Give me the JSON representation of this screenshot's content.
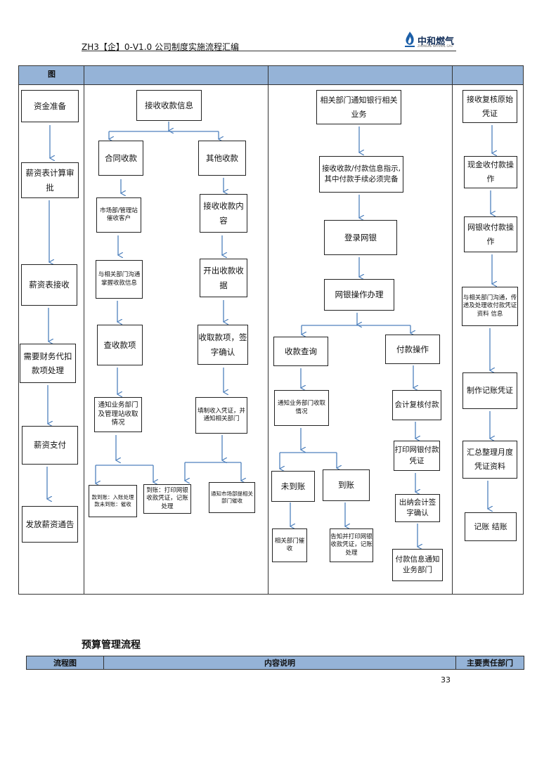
{
  "header": {
    "doc_title": "ZH3【企】0-V1.0 公司制度实施流程汇编",
    "logo_text": "中和燃气",
    "logo_sub": "ZHONGHE NATURAL GAS"
  },
  "table": {
    "col1_header": "图"
  },
  "col1": {
    "b1": "资金准备",
    "b2": "薪资表计算审批",
    "b3": "薪资表接收",
    "b4": "需要财务代扣款项处理",
    "b5": "薪资支付",
    "b6": "发放薪资通告"
  },
  "col2": {
    "top": "接收收款信息",
    "contract": "合同收款",
    "other": "其他收款",
    "market": "市场部/管理站催收客户",
    "receive_content": "接收收款内容",
    "comm": "与相关部门沟通掌握收款信息",
    "issue": "开出收款收据",
    "check": "查收款项",
    "collect": "收取款项，签字确认",
    "notify": "通知业务部门及管理站收取情况",
    "fill": "填制收入凭证，并通知相关部门",
    "recv_acct": "款到账：入账处理 款未到账：催收",
    "print_voucher": "到账：打印网银收款凭证，记账处理",
    "notify_market": "通知市场部提相关部门催收"
  },
  "col3": {
    "top": "相关部门通知银行相关业务",
    "receive": "接收收款/付款信息指示,其中付款手续必须完备",
    "login": "登录网银",
    "op": "网银操作办理",
    "query": "收款查询",
    "pay": "付款操作",
    "notify_biz": "通知业务部门收取情况",
    "review": "会计复核付款",
    "print": "打印网银付款凭证",
    "not_arrived": "未到账",
    "arrived": "到账",
    "cashier": "出纳会计签字确认",
    "rel_dept": "相关部门催收",
    "inform": "告知并打印网银收款凭证，记账处理",
    "pay_notify": "付款信息通知业务部门"
  },
  "col4": {
    "b1": "接收复核原始凭证",
    "b2": "现金收付款操作",
    "b3": "网银收付款操作",
    "b4": "与相关部门沟通，传递及处理收付款凭证资料 信息",
    "b5": "制作记账凭证",
    "b6": "汇总整理月度凭证资料",
    "b7": "记账 结账"
  },
  "section2": {
    "title": "预算管理流程",
    "col_a": "流程图",
    "col_b": "内容说明",
    "col_c": "主要责任部门"
  },
  "page_number": "33",
  "colors": {
    "header_fill": "#95b3d7",
    "arrow": "#4f81bd",
    "logo": "#14305a"
  }
}
